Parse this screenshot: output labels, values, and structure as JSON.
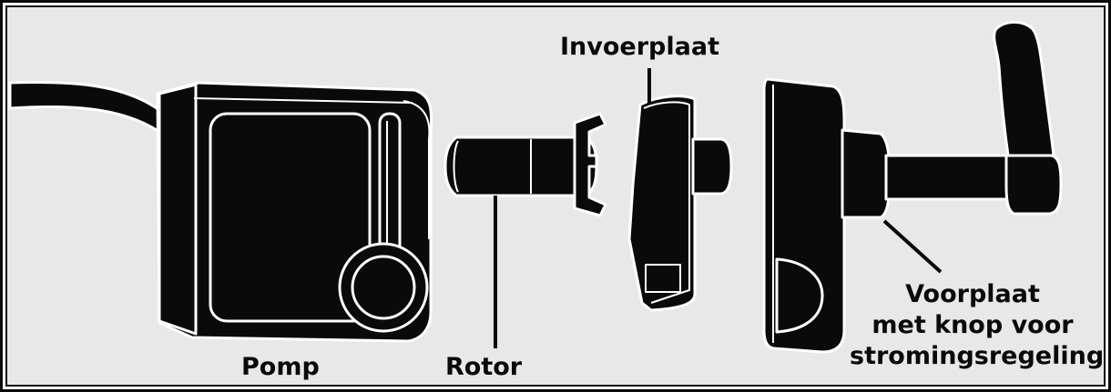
{
  "labels": {
    "invoerplaat": "Invoerplaat",
    "pomp": "Pomp",
    "rotor": "Rotor",
    "voorplaat_line1": "Voorplaat",
    "voorplaat_line2": "met knop voor",
    "voorplaat_line3": "stromingsregeling"
  },
  "colors": {
    "part_fill": "#0a0a0a",
    "outline": "#ffffff",
    "background": "#e8e8e8"
  }
}
